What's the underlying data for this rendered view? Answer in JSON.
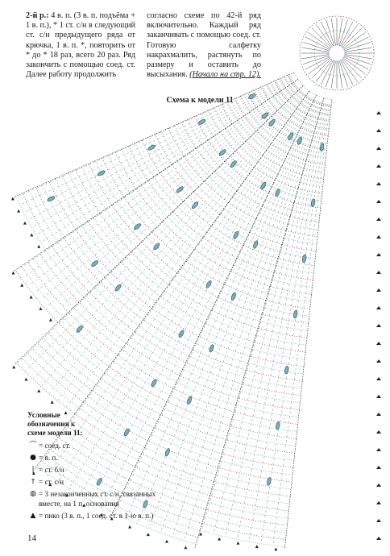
{
  "text_left": {
    "row_label": "2-й р.:",
    "body": "4 в. п. (3 в. п. подъёма + 1 в. п.), * 1 ст. с/н в следующий ст. с/н предыдущего ряда от крючка, 1 в. п. *, повторить от * до * 18 раз, всего 20 раз. Ряд закончить с помощью соед. ст. Далее работу продолжить"
  },
  "text_right": {
    "body": "согласно схеме по 42-й ряд включительно. Каждый ряд заканчивать с помощью соед. ст. Готовую салфетку накрахмалить, растянуть по размеру и оставить до высыхания.",
    "ref": "(Начало на стр. 12)."
  },
  "diagram_title": "Схема к модели 11",
  "legend": {
    "title": "Условные обозначения к схеме модели 11:",
    "items": [
      {
        "icon": "slip-stitch-icon",
        "symbol": "⌒",
        "text": "= соед. ст."
      },
      {
        "icon": "chain-stitch-icon",
        "symbol": "●",
        "text": "= в. п."
      },
      {
        "icon": "single-crochet-icon",
        "symbol": "|",
        "text": "= ст. б/н"
      },
      {
        "icon": "double-crochet-icon",
        "symbol": "†",
        "text": "= ст. с/н"
      },
      {
        "icon": "cluster-icon",
        "symbol": "◍",
        "text": "= 3 незаконченных ст. с/н, связанных вместе, на 1 п. основания"
      },
      {
        "icon": "picot-icon",
        "symbol": "▲",
        "text": "= пико (3 в. п., 1 соед. ст. в 1-ю в. п.)"
      }
    ]
  },
  "page_number": "14",
  "colors": {
    "chain": "#5aa7b8",
    "stitch": "#2b2b2b",
    "cluster": "#6fb4c4"
  }
}
